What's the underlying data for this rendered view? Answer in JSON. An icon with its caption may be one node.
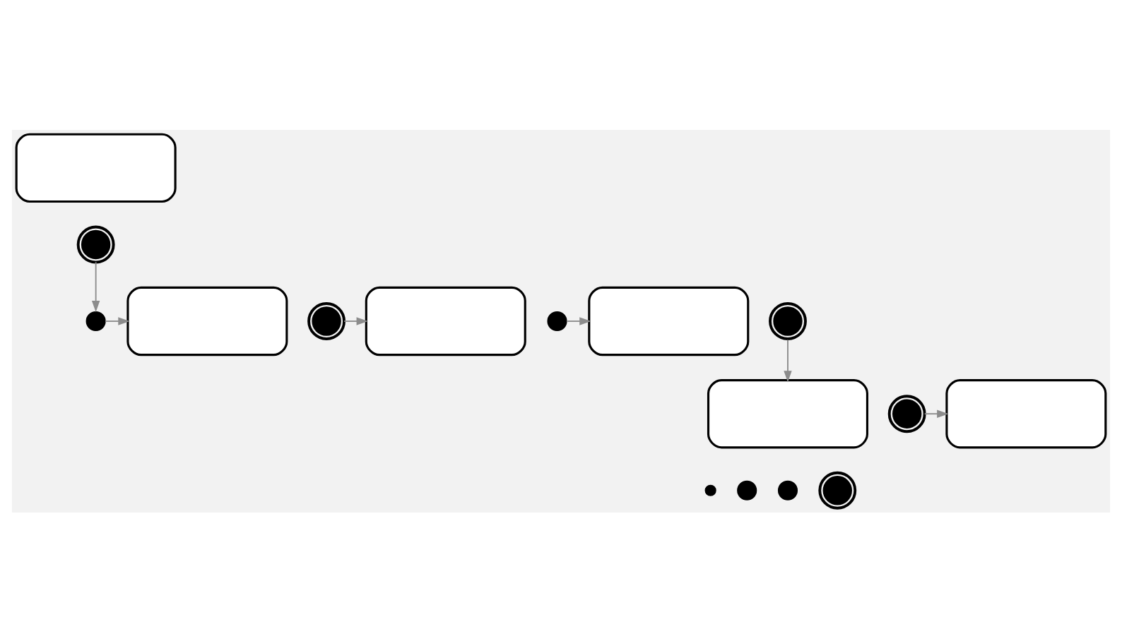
{
  "diagram": {
    "nodes": [
      {
        "text": [],
        "shape": "box"
      },
      {
        "text": [],
        "shape": "circle"
      },
      {
        "text": [],
        "shape": "circle"
      },
      {
        "text": [],
        "shape": "box"
      },
      {
        "text": [],
        "shape": "circle"
      },
      {
        "text": [],
        "shape": "box"
      },
      {
        "text": [],
        "shape": "circle"
      },
      {
        "text": [],
        "shape": "box"
      },
      {
        "text": [],
        "shape": "circle"
      },
      {
        "text": [],
        "shape": "box"
      },
      {
        "text": [],
        "shape": "circle"
      },
      {
        "text": [],
        "shape": "box"
      },
      {
        "text": [],
        "shape": "circle"
      },
      {
        "text": [],
        "shape": "circle"
      },
      {
        "text": [],
        "shape": "circle"
      },
      {
        "text": [],
        "shape": "dot"
      }
    ],
    "edges": [
      {
        "from": 1,
        "to": 2,
        "arrow": "to"
      },
      {
        "from": 2,
        "to": 3,
        "arrow": "to"
      },
      {
        "from": 4,
        "to": 5,
        "arrow": "to"
      },
      {
        "from": 6,
        "to": 7,
        "arrow": "to"
      },
      {
        "from": 8,
        "to": 9,
        "arrow": "to"
      },
      {
        "from": 10,
        "to": 11,
        "arrow": "to"
      }
    ]
  }
}
